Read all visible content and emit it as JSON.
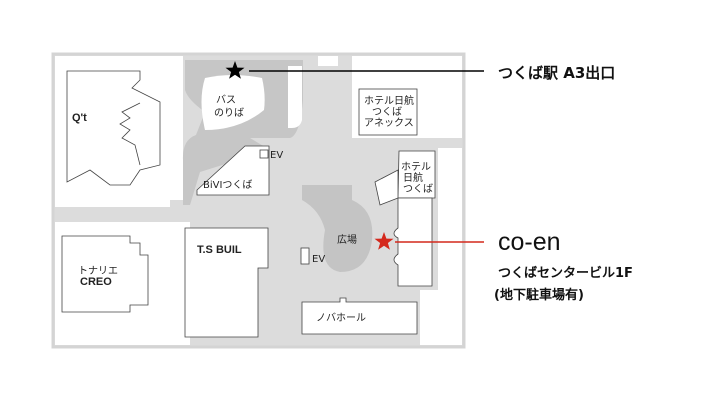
{
  "map": {
    "labels": {
      "qt": "Q't",
      "bus": [
        "バス",
        "のりば"
      ],
      "hotel_annex": [
        "ホテル日航",
        "つくば",
        "アネックス"
      ],
      "ev_top": "EV",
      "bivi": "BiVIつくば",
      "hotel": [
        "ホテル",
        "日航",
        "つくば"
      ],
      "plaza": "広場",
      "ts_buil": "T.S BUIL",
      "ev_bottom": "EV",
      "tonarie": [
        "トナリエ",
        "CREO"
      ],
      "nova_hall": "ノバホール"
    }
  },
  "callouts": {
    "station_exit": "つくば駅 A3出口",
    "coen_title": "co-en",
    "coen_building": "つくばセンタービル1F",
    "coen_parking": "(地下駐車場有)"
  },
  "colors": {
    "marker_red": "#d4281c",
    "marker_black": "#000000",
    "corridor": "#dcdcdc",
    "dark_area": "#c4c4c4"
  }
}
